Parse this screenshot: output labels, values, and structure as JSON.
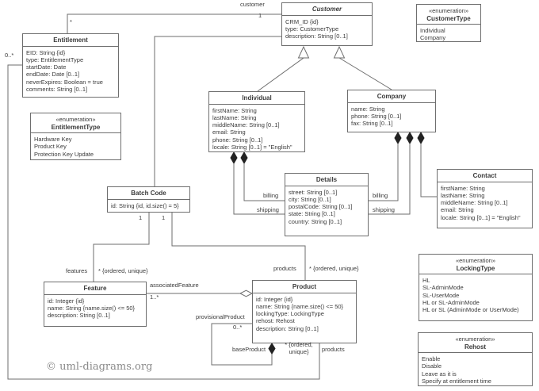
{
  "diagram": {
    "watermark": "© uml-diagrams.org"
  },
  "enum_stereotype": "«enumeration»",
  "classes": {
    "customer": {
      "title": "Customer",
      "attrs": [
        "CRM_ID {id}",
        "type: CustomerType",
        "description: String [0..1]"
      ]
    },
    "entitlement": {
      "title": "Entitlement",
      "attrs": [
        "EID: String {id}",
        "type: EntitlementType",
        "startDate: Date",
        "endDate: Date [0..1]",
        "neverExpires: Boolean = true",
        "comments: String [0..1]"
      ]
    },
    "individual": {
      "title": "Individual",
      "attrs": [
        "firstName: String",
        "lastName: String",
        "middleName: String [0..1]",
        "email: String",
        "phone: String [0..1]",
        "locale: String [0..1] = \"English\""
      ]
    },
    "company": {
      "title": "Company",
      "attrs": [
        "name: String",
        "phone: String [0..1]",
        "fax: String [0..1]"
      ]
    },
    "details": {
      "title": "Details",
      "attrs": [
        "street: String [0..1]",
        "city: String [0..1]",
        "postalCode: String [0..1]",
        "state: String [0..1]",
        "country: String [0..1]"
      ]
    },
    "contact": {
      "title": "Contact",
      "attrs": [
        "firstName: String",
        "lastName: String",
        "middleName: String [0..1]",
        "email: String",
        "locale: String [0..1] = \"English\""
      ]
    },
    "batch_code": {
      "title": "Batch Code",
      "attrs": [
        "id: String {id, id.size() = 5}"
      ]
    },
    "feature": {
      "title": "Feature",
      "attrs": [
        "id: Integer {id}",
        "name: String {name.size() <= 50}",
        "description: String [0..1]"
      ]
    },
    "product": {
      "title": "Product",
      "attrs": [
        "id: Integer {id}",
        "name: String {name.size() <= 50}",
        "lockingType: LockingType",
        "rehost: Rehost",
        "description: String [0..1]"
      ]
    }
  },
  "enums": {
    "customer_type": {
      "title": "CustomerType",
      "values": [
        "Individual",
        "Company"
      ]
    },
    "entitlement_type": {
      "title": "EntitlementType",
      "values": [
        "Hardware Key",
        "Product Key",
        "Protection Key Update"
      ]
    },
    "locking_type": {
      "title": "LockingType",
      "values": [
        "HL",
        "SL-AdminMode",
        "SL-UserMode",
        "HL or SL-AdminMode",
        "HL or SL (AdminMode or UserMode)"
      ]
    },
    "rehost": {
      "title": "Rehost",
      "values": [
        "Enable",
        "Disable",
        "Leave as it is",
        "Specify at entitlement time"
      ]
    }
  },
  "labels": {
    "customer_role": "customer",
    "customer_mult": "1",
    "entitlement_mult": "*",
    "entitlement_products_mult": "0..*",
    "batch_feature_mult": "1",
    "batch_product_mult": "1",
    "features_role": "features",
    "features_mult": "* {ordered, unique}",
    "products_top_role": "products",
    "products_top_mult": "* {ordered, unique}",
    "associated_feature_role": "associatedFeature",
    "associated_feature_mult": "1..*",
    "provisional_product_role": "provisionalProduct",
    "provisional_product_mult": "0..*",
    "base_product_role": "baseProduct",
    "products_bottom_mult": "* {ordered, unique}",
    "products_bottom_role": "products",
    "billing_left": "billing",
    "shipping_left": "shipping",
    "billing_right": "billing",
    "shipping_right": "shipping"
  }
}
